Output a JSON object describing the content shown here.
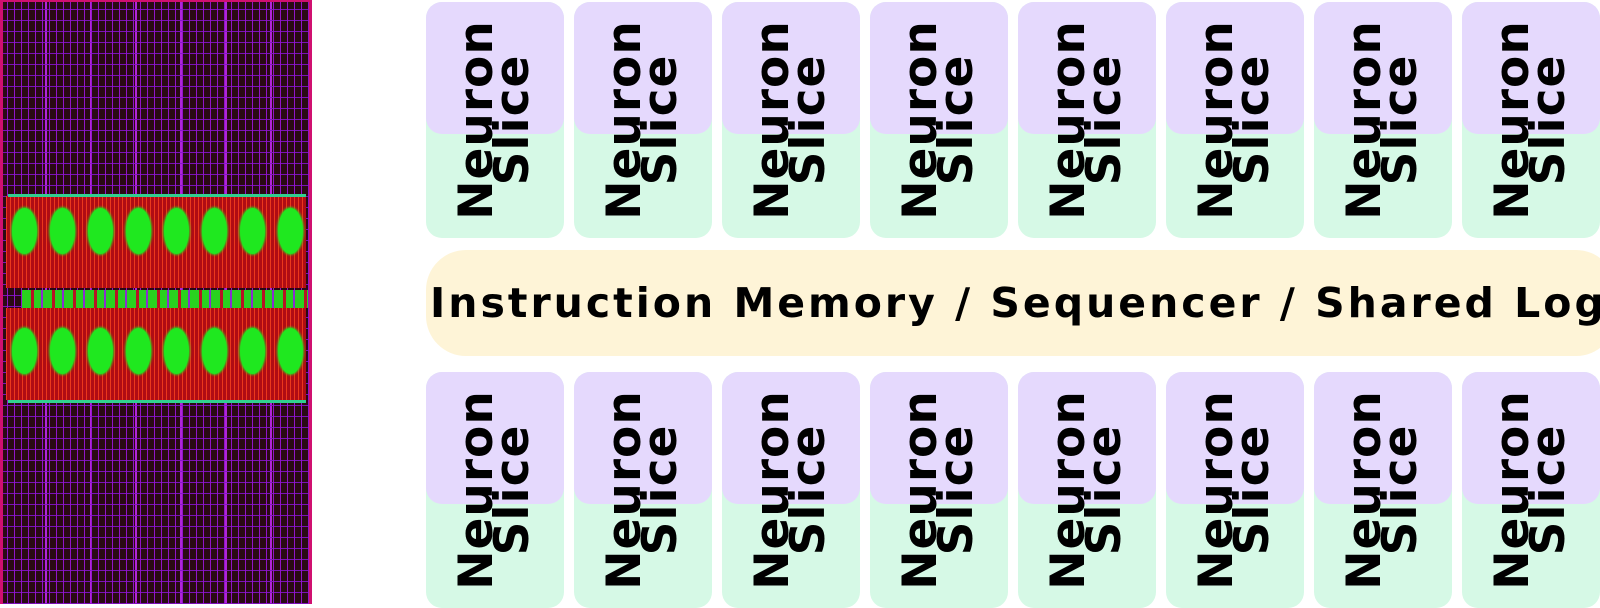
{
  "layout_image": {
    "description_icon": "chip-layout-icon",
    "colors": {
      "background": "#2a0a14",
      "routing": "#9614d2",
      "logic": "#b00c14",
      "neuron_cells": "#1fe81f",
      "rail": "#30d090",
      "edge": "#d01070"
    },
    "columns": 8
  },
  "diagram": {
    "slice_label": "Neuron\nSlice",
    "rows": [
      {
        "slices": [
          "Neuron\nSlice",
          "Neuron\nSlice",
          "Neuron\nSlice",
          "Neuron\nSlice",
          "Neuron\nSlice",
          "Neuron\nSlice",
          "Neuron\nSlice",
          "Neuron\nSlice"
        ]
      },
      {
        "slices": [
          "Neuron\nSlice",
          "Neuron\nSlice",
          "Neuron\nSlice",
          "Neuron\nSlice",
          "Neuron\nSlice",
          "Neuron\nSlice",
          "Neuron\nSlice",
          "Neuron\nSlice"
        ]
      }
    ],
    "shared_block": "Instruction Memory / Sequencer / Shared Logic",
    "colors": {
      "slice_top": "#e5d9fd",
      "slice_bottom": "#d6f9e6",
      "shared_block": "#fef4d7",
      "text": "#000000"
    }
  }
}
